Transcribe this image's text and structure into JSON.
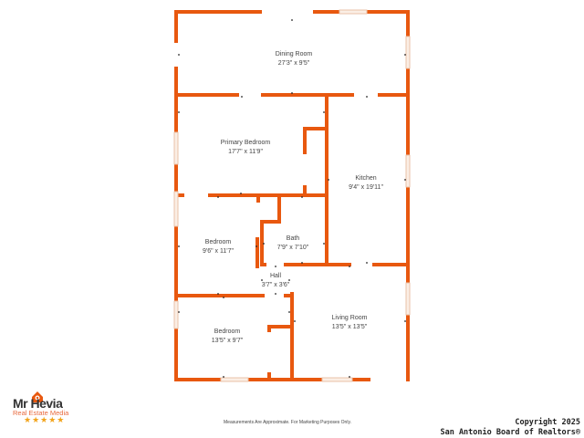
{
  "colors": {
    "wall": "#E8580F",
    "window": "#f1d9c8",
    "background": "#ffffff",
    "text": "#444444"
  },
  "rooms": [
    {
      "name": "Dining Room",
      "dimensions": "27'3\" x 9'5\""
    },
    {
      "name": "Primary Bedroom",
      "dimensions": "17'7\" x 11'9\""
    },
    {
      "name": "Kitchen",
      "dimensions": "9'4\" x 19'11\""
    },
    {
      "name": "Bedroom",
      "dimensions": "9'6\" x 11'7\""
    },
    {
      "name": "Bath",
      "dimensions": "7'9\" x 7'10\""
    },
    {
      "name": "Hall",
      "dimensions": "3'7\" x 3'6\""
    },
    {
      "name": "Bedroom",
      "dimensions": "13'5\" x 9'7\""
    },
    {
      "name": "Living Room",
      "dimensions": "13'5\" x 13'5\""
    }
  ],
  "logo": {
    "title": "Mr Hevia",
    "subtitle": "Real Estate Media",
    "stars": "★★★★★"
  },
  "footer": {
    "disclaimer": "Measurements Are Approximate. For Marketing Purposes Only.",
    "copyright_line1": "Copyright 2025",
    "copyright_line2": "San Antonio Board of Realtors®"
  }
}
